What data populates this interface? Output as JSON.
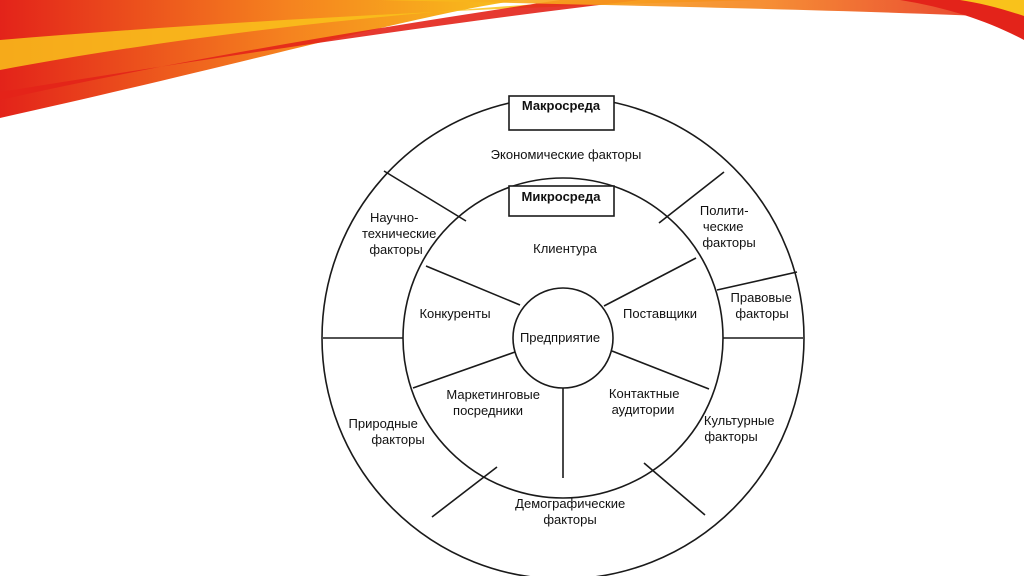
{
  "diagram": {
    "macro_title": "Макросреда",
    "micro_title": "Микросреда",
    "center": "Предприятие",
    "outer_sectors": {
      "economic": "Экономические факторы",
      "scientific": [
        "Научно-",
        "технические",
        "факторы"
      ],
      "political": [
        "Полити-",
        "ческие",
        "факторы"
      ],
      "legal": [
        "Правовые",
        "факторы"
      ],
      "cultural": [
        "Культурные",
        "факторы"
      ],
      "demographic": [
        "Демографические",
        "факторы"
      ],
      "natural": [
        "Природные",
        "факторы"
      ]
    },
    "inner_sectors": {
      "clients": "Клиентура",
      "competitors": "Конкуренты",
      "suppliers": "Поставщики",
      "intermediaries": [
        "Маркетинговые",
        "посредники"
      ],
      "audiences": [
        "Контактные",
        "аудитории"
      ]
    }
  },
  "colors": {
    "accent_red": "#e3231a",
    "accent_orange": "#f5821f",
    "accent_yellow": "#f9c21b",
    "line": "#1a1a1a"
  }
}
